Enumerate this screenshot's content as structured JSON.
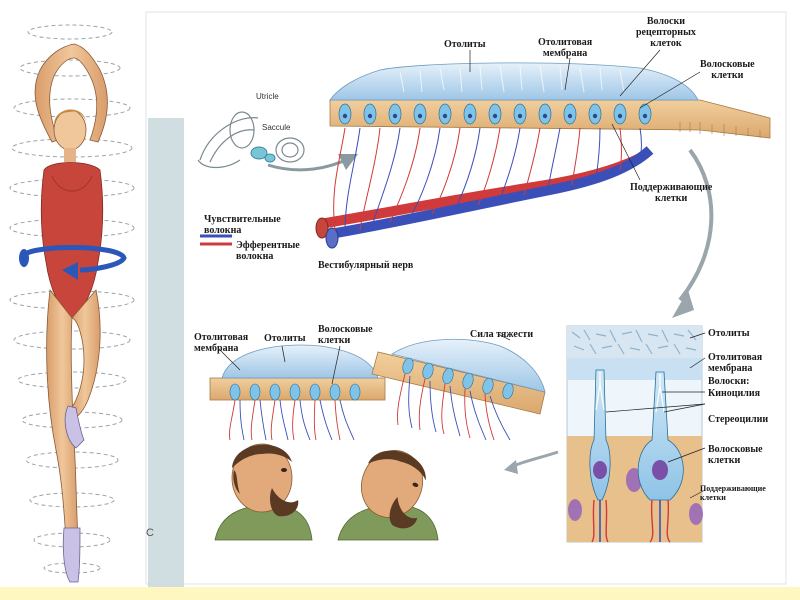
{
  "ear_labels": {
    "utricle": "Utricle",
    "saccule": "Saccule"
  },
  "main_diagram": {
    "otoliths": "Отолиты",
    "otolith_membrane": [
      "Отолитовая",
      "мембрана"
    ],
    "receptor_hairs": [
      "Волоски",
      "рецепторных",
      "клеток"
    ],
    "hair_cells": [
      "Волосковые",
      "клетки"
    ],
    "supporting_cells": [
      "Поддерживающие",
      "клетки"
    ],
    "sensory_fibers": [
      "Чувствительные",
      "волокна"
    ],
    "efferent_fibers": [
      "Эфферентные",
      "волокна"
    ],
    "vestibular_nerve": "Вестибулярный нерв"
  },
  "tilt_diagram": {
    "otolith_membrane": [
      "Отолитовая",
      "мембрана"
    ],
    "otoliths": "Отолиты",
    "hair_cells": [
      "Волосковые",
      "клетки"
    ],
    "gravity": "Сила тяжести"
  },
  "zoom_diagram": {
    "otoliths": "Отолиты",
    "otolith_membrane": [
      "Отолитовая",
      "мембрана"
    ],
    "hairs": "Волоски:",
    "kinocilia": "Киноцилия",
    "stereocilia": "Стереоцилии",
    "hair_cells": [
      "Волосковые",
      "клетки"
    ],
    "supporting_cells": [
      "Поддерживающие",
      "клетки"
    ]
  },
  "colors": {
    "sensory_fiber": "#3b4fb8",
    "efferent_fiber": "#d03a3a",
    "swimsuit": "#c8453c",
    "skin": "#e9b889",
    "epithelium": "#e8c08c",
    "otolith_membrane": "#bcd8ee"
  }
}
